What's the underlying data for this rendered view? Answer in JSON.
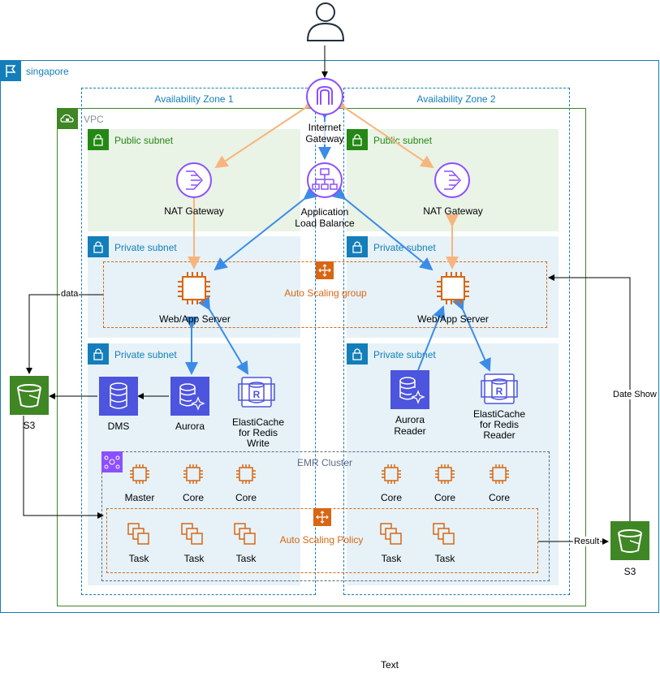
{
  "region": {
    "label": "singapore"
  },
  "vpc": {
    "label": "VPC"
  },
  "zones": {
    "az1": "Availability Zone 1",
    "az2": "Availability Zone 2"
  },
  "subnets": {
    "public1": "Public subnet",
    "public2": "Public subnet",
    "private1": "Private subnet",
    "private2": "Private subnet",
    "private3": "Private subnet",
    "private4": "Private subnet"
  },
  "top": {
    "igw": "Internet\nGateway",
    "alb": "Application\nLoad Balance",
    "nat1": "NAT Gateway",
    "nat2": "NAT Gateway"
  },
  "asg": {
    "label": "Auto Scaling group"
  },
  "servers": {
    "web1": "Web/App Server",
    "web2": "Web/App Server"
  },
  "db": {
    "dms": "DMS",
    "aurora": "Aurora",
    "elasticache_write": "ElastiCache\nfor Redis\nWrite",
    "aurora_reader": "Aurora\nReader",
    "elasticache_reader": "ElastiCache\nfor Redis\nReader"
  },
  "emr": {
    "label": "EMR Cluster",
    "nodes": [
      "Master",
      "Core",
      "Core",
      "Core",
      "Core",
      "Core"
    ],
    "policy": "Auto Scaling Policy",
    "tasks": [
      "Task",
      "Task",
      "Task",
      "Task",
      "Task"
    ]
  },
  "s3": {
    "left": "S3",
    "right": "S3"
  },
  "edges": {
    "data": "data",
    "result": "Result",
    "date_show": "Date Show"
  },
  "footer": {
    "text": "Text"
  },
  "colors": {
    "region_border": "#147eba",
    "vpc_border": "#3f8624",
    "public_fill": "#e9f3e6",
    "private_fill": "#e6f2f8",
    "public_text": "#248814",
    "private_text": "#147eba",
    "orange": "#d86613",
    "arrow_orange": "#f7b57e",
    "arrow_blue": "#3c8ce7",
    "s3_green": "#3f8624",
    "db_blue": "#4d54dd",
    "igw_purple": "#8c4fff"
  }
}
